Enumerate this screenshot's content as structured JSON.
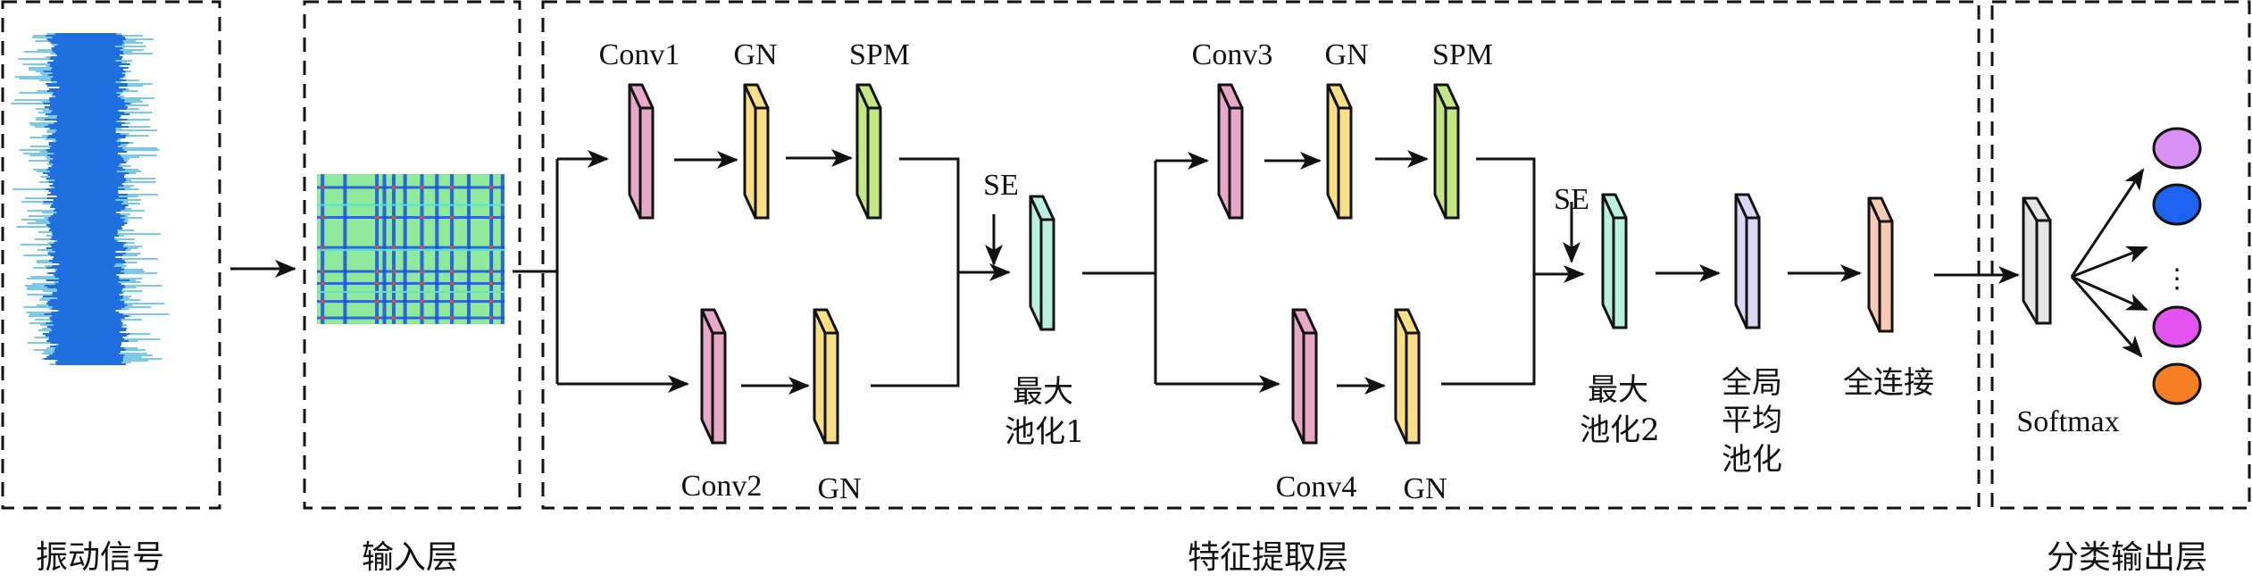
{
  "sections": {
    "signal": {
      "label": "振动信号"
    },
    "input": {
      "label": "输入层"
    },
    "features": {
      "label": "特征提取层"
    },
    "output": {
      "label": "分类输出层"
    }
  },
  "blocks": {
    "conv1": {
      "label": "Conv1",
      "color": "#E8A9C8"
    },
    "gn1": {
      "label": "GN",
      "color": "#FBE083"
    },
    "spm1": {
      "label": "SPM",
      "color": "#C3E882"
    },
    "conv2": {
      "label": "Conv2",
      "color": "#E8A9C8"
    },
    "gn2": {
      "label": "GN",
      "color": "#FBE083"
    },
    "se1": {
      "label": "SE"
    },
    "pool1": {
      "label_line1": "最大",
      "label_line2": "池化1",
      "color": "#B8F2DC"
    },
    "conv3": {
      "label": "Conv3",
      "color": "#E8A9C8"
    },
    "gn3": {
      "label": "GN",
      "color": "#FBE083"
    },
    "spm2": {
      "label": "SPM",
      "color": "#C3E882"
    },
    "conv4": {
      "label": "Conv4",
      "color": "#E8A9C8"
    },
    "gn4": {
      "label": "GN",
      "color": "#FBE083"
    },
    "se2": {
      "label": "SE"
    },
    "pool2": {
      "label_line1": "最大",
      "label_line2": "池化2",
      "color": "#B8F2DC"
    },
    "gap": {
      "label_line1": "全局",
      "label_line2": "平均",
      "label_line3": "池化",
      "color": "#DDD6F2"
    },
    "fc": {
      "label": "全连接",
      "color": "#FACAB4"
    },
    "softmax": {
      "label": "Softmax",
      "color": "#E3E5E6"
    }
  },
  "outputs": {
    "classes": [
      {
        "color": "#D890F4"
      },
      {
        "color": "#1E63F0"
      },
      {
        "color": "#E452F2"
      },
      {
        "color": "#F67F22"
      }
    ],
    "ellipsis": "⋮"
  },
  "colors": {
    "waveform_dark": "#1F6FE0",
    "waveform_light": "#7DC8E6",
    "heatmap_bg": "#8EEB9A",
    "heatmap_blue": "#1A4FE8",
    "heatmap_red": "#F04A2A",
    "heatmap_cyan": "#5DE0D8",
    "line": "#111111"
  }
}
